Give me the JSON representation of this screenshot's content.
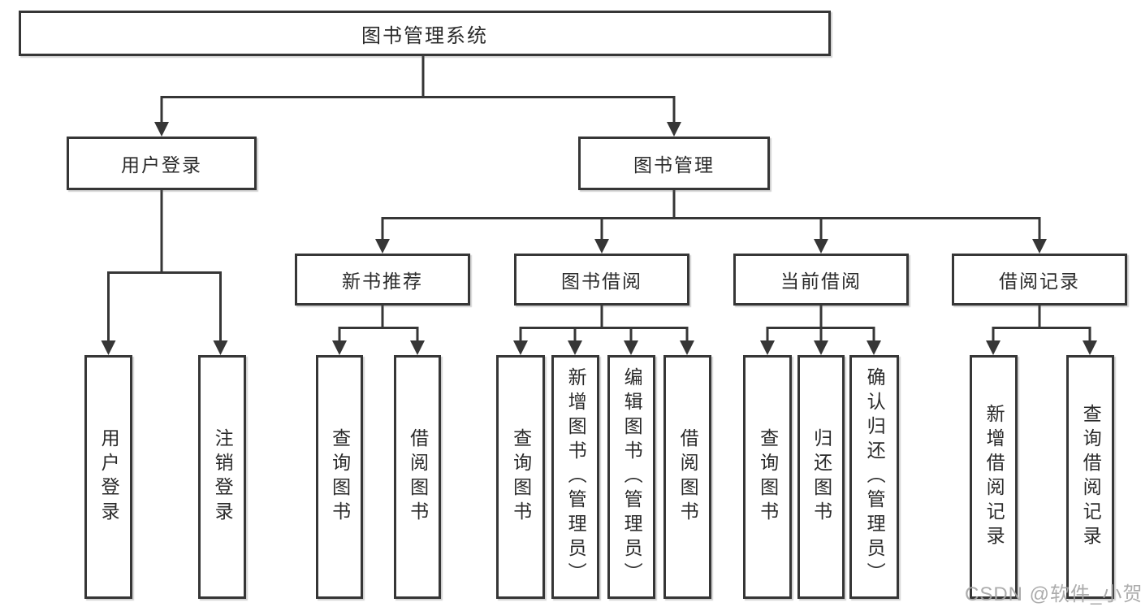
{
  "tree": {
    "root": {
      "label": "图书管理系统"
    },
    "branches": [
      {
        "label": "用户登录",
        "children": [
          {
            "label": "用户登录"
          },
          {
            "label": "注销登录"
          }
        ]
      },
      {
        "label": "图书管理",
        "groups": [
          {
            "label": "新书推荐",
            "children": [
              {
                "label": "查询图书"
              },
              {
                "label": "借阅图书"
              }
            ]
          },
          {
            "label": "图书借阅",
            "children": [
              {
                "label": "查询图书"
              },
              {
                "label": "新增图书（管理员）"
              },
              {
                "label": "编辑图书（管理员）"
              },
              {
                "label": "借阅图书"
              }
            ]
          },
          {
            "label": "当前借阅",
            "children": [
              {
                "label": "查询图书"
              },
              {
                "label": "归还图书"
              },
              {
                "label": "确认归还（管理员）"
              }
            ]
          },
          {
            "label": "借阅记录",
            "children": [
              {
                "label": "新增借阅记录"
              },
              {
                "label": "查询借阅记录"
              }
            ]
          }
        ]
      }
    ]
  },
  "watermark": {
    "text": "CSDN @软件_小贺同学"
  },
  "colors": {
    "line": "#363636",
    "text": "#2a2a2a",
    "watermark": "#a6a6a6",
    "bg": "#ffffff"
  }
}
